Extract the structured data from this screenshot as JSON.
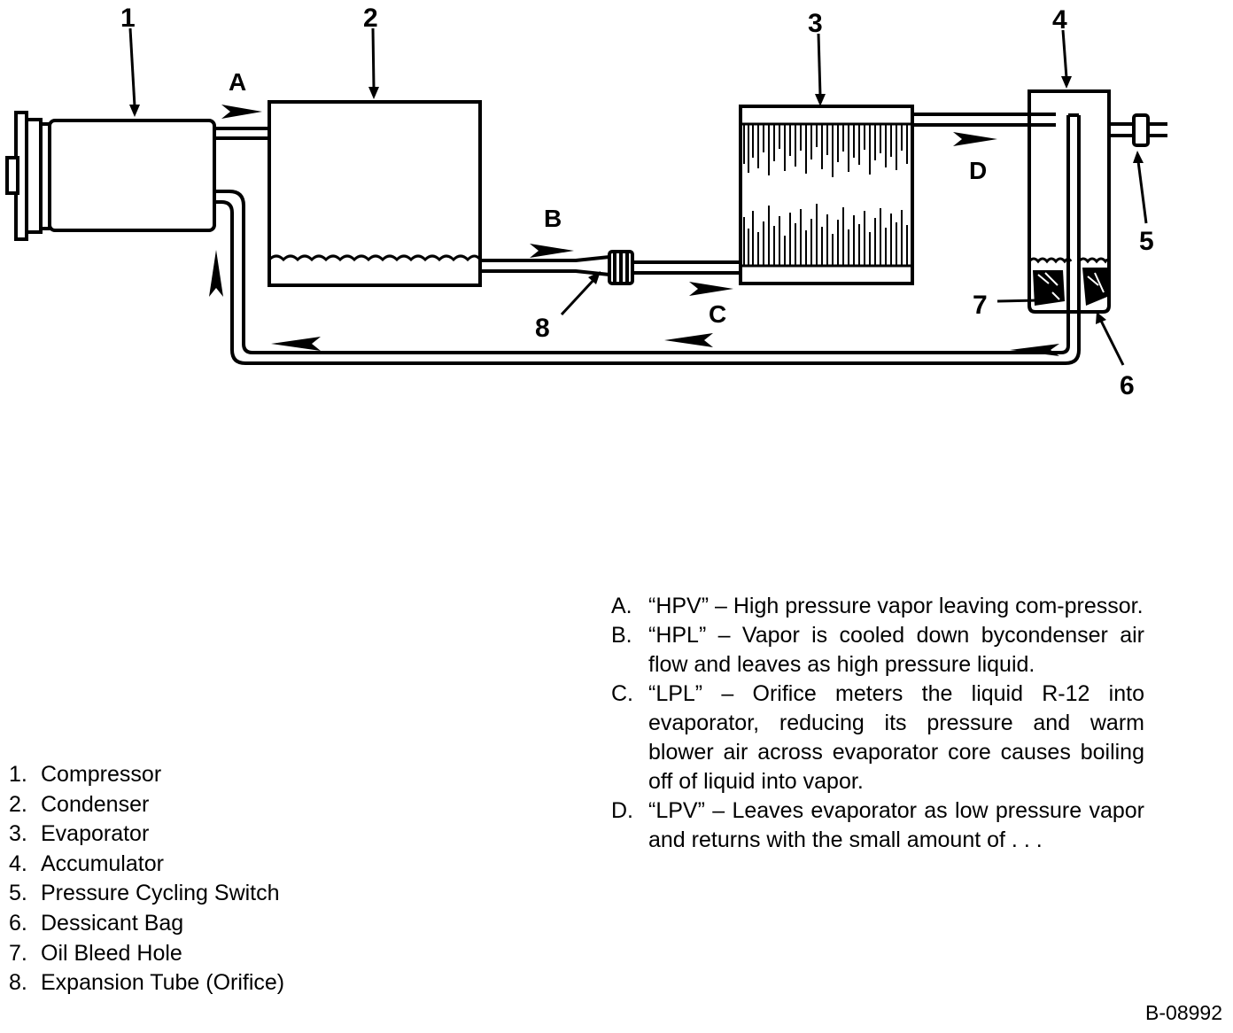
{
  "callouts": [
    "1",
    "2",
    "3",
    "4",
    "5",
    "6",
    "7",
    "8"
  ],
  "flow_labels": [
    "A",
    "B",
    "C",
    "D"
  ],
  "parts": [
    {
      "num": "1.",
      "label": "Compressor"
    },
    {
      "num": "2.",
      "label": "Condenser"
    },
    {
      "num": "3.",
      "label": "Evaporator"
    },
    {
      "num": "4.",
      "label": "Accumulator"
    },
    {
      "num": "5.",
      "label": "Pressure Cycling Switch"
    },
    {
      "num": "6.",
      "label": "Dessicant Bag"
    },
    {
      "num": "7.",
      "label": "Oil Bleed Hole"
    },
    {
      "num": "8.",
      "label": "Expansion Tube (Orifice)"
    }
  ],
  "notes": [
    {
      "letter": "A.",
      "text": "“HPV” – High pressure vapor leaving com-pressor."
    },
    {
      "letter": "B.",
      "text": "“HPL” – Vapor is cooled down bycondenser air flow and leaves as high pressure liquid."
    },
    {
      "letter": "C.",
      "text": "“LPL” – Orifice meters the liquid R-12 into evaporator, reducing its pressure and warm blower air across evaporator core causes boiling off of liquid into vapor."
    },
    {
      "letter": "D.",
      "text": "“LPV” – Leaves evaporator as low pressure vapor and returns with the small amount of . . ."
    }
  ],
  "figure_id": "B-08992"
}
